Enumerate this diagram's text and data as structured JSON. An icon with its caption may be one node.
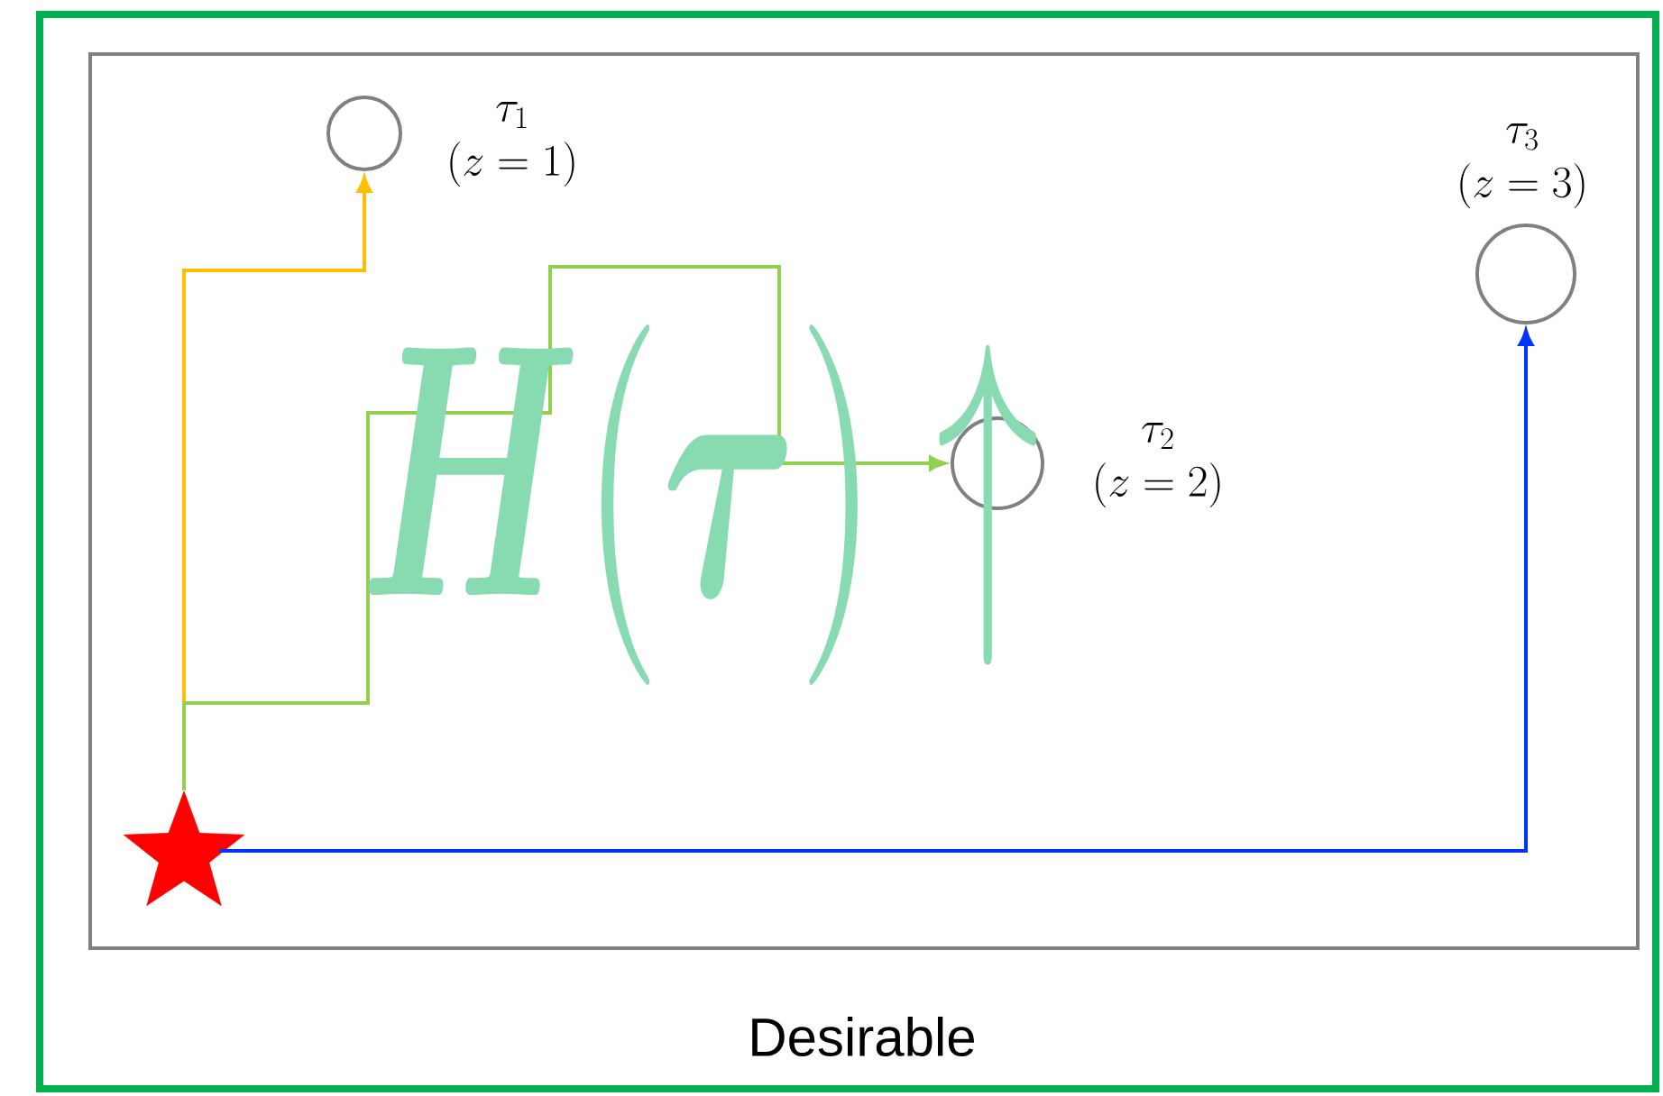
{
  "diagram": {
    "nodes": [
      {
        "text": [
          "Desirable"
        ]
      },
      {
        "text": [],
        "shape": "box",
        "in": 0
      },
      {
        "text": [],
        "shape": "star",
        "in": 1
      },
      {
        "text": [],
        "shape": "circle",
        "in": 1,
        "beside": [
          "\\tau_1",
          "(z = 1)"
        ]
      },
      {
        "text": [],
        "shape": "circle",
        "in": 1,
        "beside": [
          "\\tau_2",
          "(z = 2)"
        ]
      },
      {
        "text": [],
        "shape": "circle",
        "in": 1,
        "beside": [
          "\\tau_3",
          "(z = 3)"
        ]
      }
    ],
    "edges": [
      {
        "from": 2,
        "to": 3,
        "arrow": "to",
        "color": "#ffc000"
      },
      {
        "from": 2,
        "to": 4,
        "arrow": "to",
        "color": "#92d050"
      },
      {
        "from": 2,
        "to": 5,
        "arrow": "to",
        "color": "#0033ff"
      }
    ],
    "labels": [
      "\\boldsymbol{H}(\\boldsymbol{\\tau})\\uparrow"
    ]
  }
}
